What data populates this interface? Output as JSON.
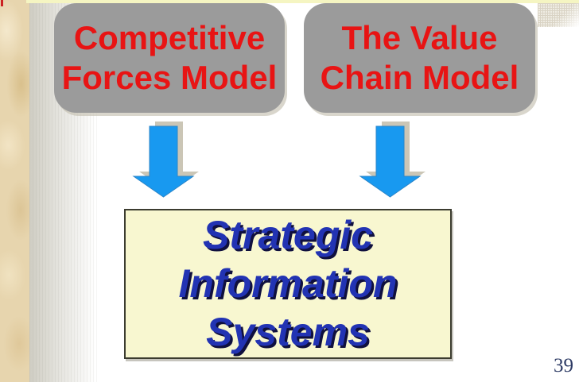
{
  "slide": {
    "top_models": [
      {
        "line1": "Competitive",
        "line2": "Forces Model"
      },
      {
        "line1": "The Value",
        "line2": "Chain Model"
      }
    ],
    "result_box": {
      "line1": "Strategic",
      "line2": "Information",
      "line3": "Systems"
    },
    "page_number": "39"
  },
  "icons": {
    "arrow_left": "down-arrow",
    "arrow_right": "down-arrow"
  },
  "colors": {
    "model_box_fill": "#9b9b9b",
    "model_text": "#e81414",
    "arrow_fill": "#1899f0",
    "arrow_stroke": "#2b85c8",
    "arrow_shadow": "#cbc6b6",
    "result_box_bg": "#f8f7d0",
    "result_box_border": "#3c3c30",
    "result_text": "#2233b3",
    "result_text_shadow": "#10103e",
    "page_number_color": "#2c3a64",
    "top_strip": "#f5f5c2",
    "texture_base": "#e7d5ae",
    "pattern_line": "#d9d3c4",
    "left_fade_start": "#cfcdc3"
  }
}
